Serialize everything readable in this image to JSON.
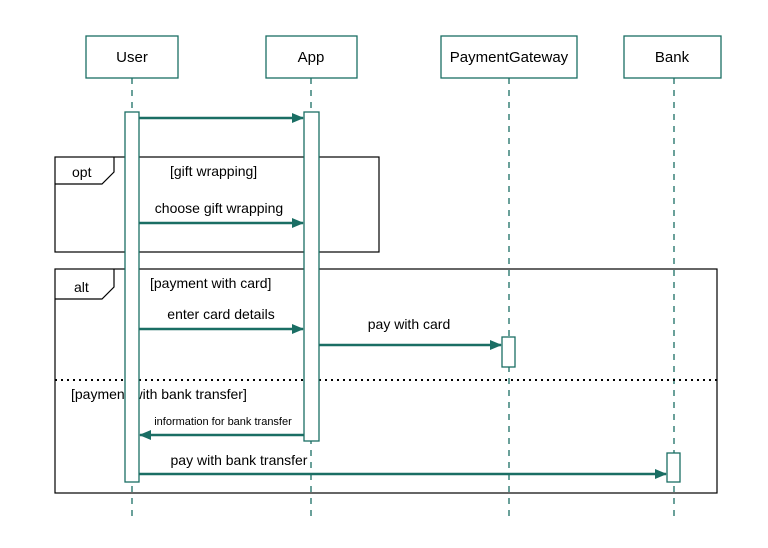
{
  "participants": {
    "user": "User",
    "app": "App",
    "gateway": "PaymentGateway",
    "bank": "Bank"
  },
  "fragments": {
    "opt": {
      "operator": "opt",
      "guard": "[gift wrapping]"
    },
    "alt": {
      "operator": "alt",
      "guard_1": "[payment with card]",
      "guard_2": "[payment with bank transfer]"
    }
  },
  "messages": {
    "gift": "choose gift wrapping",
    "card_details": "enter card details",
    "pay_card": "pay with card",
    "bank_info": "information for bank transfer",
    "pay_bank": "pay with bank transfer"
  },
  "colors": {
    "accent": "#1a6e64",
    "frame": "#000000",
    "text": "#000000"
  }
}
